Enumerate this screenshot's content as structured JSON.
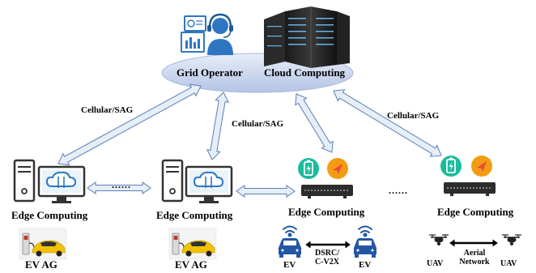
{
  "top": {
    "grid_operator_label": "Grid Operator",
    "cloud_label": "Cloud Computing"
  },
  "links": {
    "cellular_left": "Cellular/SAG",
    "cellular_mid": "Cellular/SAG",
    "cellular_right": "Cellular/SAG"
  },
  "edges": [
    {
      "label": "Edge Computing"
    },
    {
      "label": "Edge Computing"
    },
    {
      "label": "Edge Computing"
    },
    {
      "label": "Edge Computing"
    }
  ],
  "ev_ag_labels": [
    "EV AG",
    "EV AG"
  ],
  "ellipsis": "......",
  "vehicles": {
    "ev_left": "EV",
    "ev_right": "EV",
    "dsrc_line1": "DSRC/",
    "dsrc_line2": "C-V2X"
  },
  "uavs": {
    "uav_left": "UAV",
    "uav_right": "UAV",
    "aerial_line1": "Aerial",
    "aerial_line2": "Network"
  },
  "colors": {
    "arrow_fill": "#e6eef8",
    "arrow_stroke": "#5b7fb5",
    "ellipse_fill": "#c9d6ee",
    "monitor_blue": "#2f76c2",
    "battery_teal": "#1abc9c",
    "nav_orange": "#f39c12",
    "ev_blue": "#2457a3",
    "car_yellow": "#f2c200"
  },
  "icons": [
    "operator-headset-icon",
    "dashboard-monitor-icon",
    "server-rack-icon",
    "desktop-tower-icon",
    "cloud-monitor-icon",
    "edge-router-icon",
    "battery-icon",
    "navigation-icon",
    "ev-car-icon",
    "wifi-icon",
    "drone-icon"
  ]
}
